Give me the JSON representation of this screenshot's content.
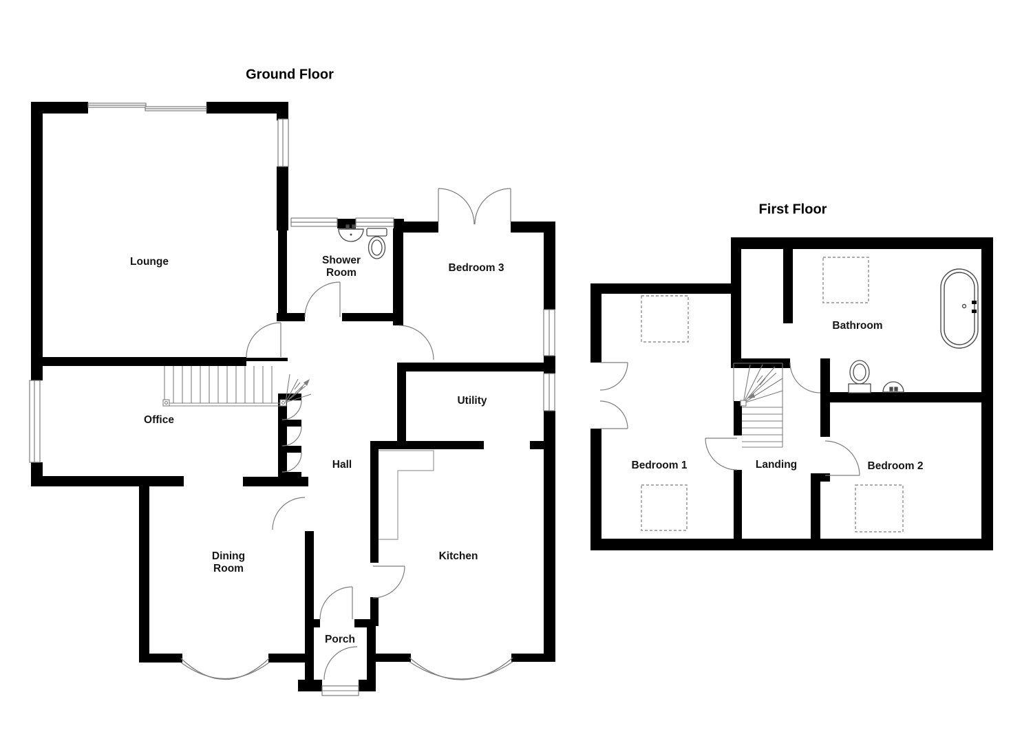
{
  "ground_floor": {
    "title": "Ground Floor",
    "rooms": [
      {
        "name": "Lounge"
      },
      {
        "name": "Shower Room"
      },
      {
        "name": "Bedroom 3"
      },
      {
        "name": "Office"
      },
      {
        "name": "Utility"
      },
      {
        "name": "Hall"
      },
      {
        "name": "Dining Room"
      },
      {
        "name": "Kitchen"
      },
      {
        "name": "Porch"
      }
    ]
  },
  "first_floor": {
    "title": "First Floor",
    "rooms": [
      {
        "name": "Bathroom"
      },
      {
        "name": "Bedroom 1"
      },
      {
        "name": "Landing"
      },
      {
        "name": "Bedroom 2"
      }
    ]
  },
  "colors": {
    "walls": "#000000",
    "thin_lines": "#7d7d7d",
    "fixtures": "#4a4a4a",
    "background": "#ffffff",
    "text": "#151515"
  }
}
